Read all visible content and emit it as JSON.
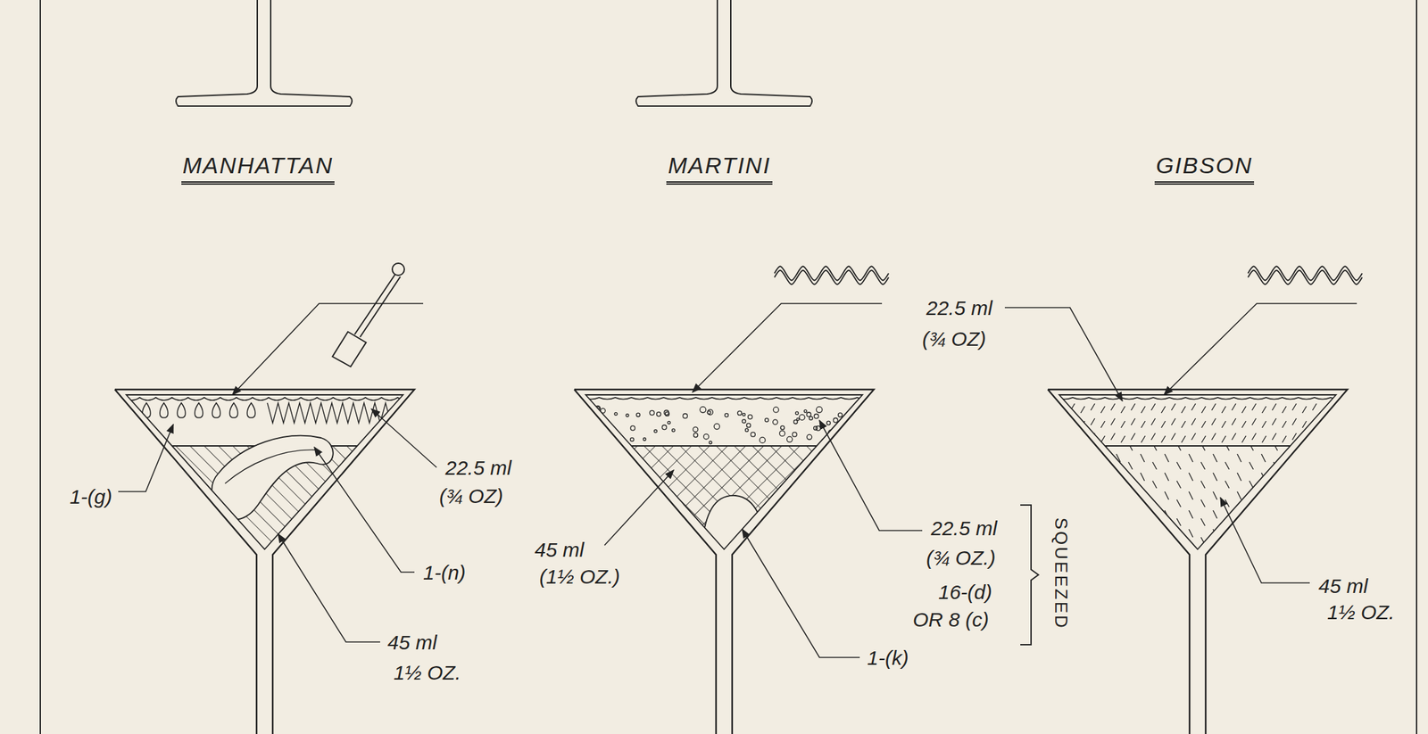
{
  "diagram": {
    "labels": [
      "MANHATTAN",
      "MARTINI",
      "GIBSON",
      "1-(g)",
      "22.5 ml",
      "(¾ OZ)",
      "1-(n)",
      "45 ml",
      "1½ OZ.",
      "45 ml",
      "(1½ OZ.)",
      "22.5 ml",
      "(¾ OZ.)",
      "16-(d)",
      "OR 8 (c)",
      "SQUEEZED",
      "1-(k)",
      "22.5 ml",
      "(¾ OZ)",
      "45 ml",
      "1½ OZ."
    ]
  }
}
